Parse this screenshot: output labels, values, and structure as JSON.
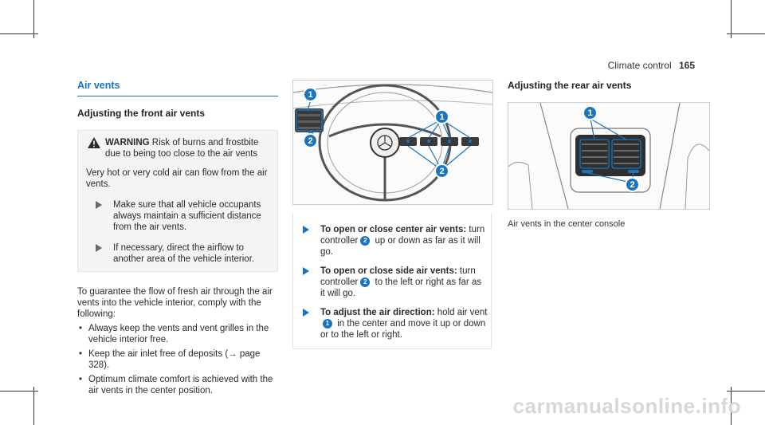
{
  "header": {
    "section": "Climate control",
    "page_number": "165"
  },
  "air_vents": {
    "title": "Air vents",
    "front_heading": "Adjusting the front air vents",
    "warning": {
      "label": "WARNING",
      "title_text": "Risk of burns and frostbite due to being too close to the air vents",
      "body": "Very hot or very cold air can flow from the air vents.",
      "steps": [
        "Make sure that all vehicle occupants always maintain a sufficient distance from the air vents.",
        "If necessary, direct the airflow to another area of the vehicle interior."
      ]
    },
    "guarantee_text": "To guarantee the flow of fresh air through the air vents into the vehicle interior, comply with the following:",
    "bullets": [
      "Always keep the vents and vent grilles in the vehicle interior free.",
      "Keep the air inlet free of deposits (→ page 328).",
      "Optimum climate comfort is achieved with the air vents in the center position."
    ]
  },
  "front_figure": {
    "callouts": [
      "1",
      "2",
      "1",
      "2"
    ]
  },
  "front_steps": [
    {
      "bold": "To open or close center air vents:",
      "pre": " turn controller",
      "num": "2",
      "post": " up or down as far as it will go."
    },
    {
      "bold": "To open or close side air vents:",
      "pre": " turn controller",
      "num": "2",
      "post": " to the left or right as far as it will go."
    },
    {
      "bold": "To adjust the air direction:",
      "pre": " hold air vent",
      "num": "1",
      "post": " in the center and move it up or down or to the left or right."
    }
  ],
  "rear": {
    "heading": "Adjusting the rear air vents",
    "callouts": [
      "1",
      "2"
    ],
    "caption": "Air vents in the center console"
  },
  "watermark": "carmanualsonline.info",
  "colors": {
    "accent": "#1a75bd",
    "text": "#2b2b2b",
    "box": "#f4f4f4"
  }
}
